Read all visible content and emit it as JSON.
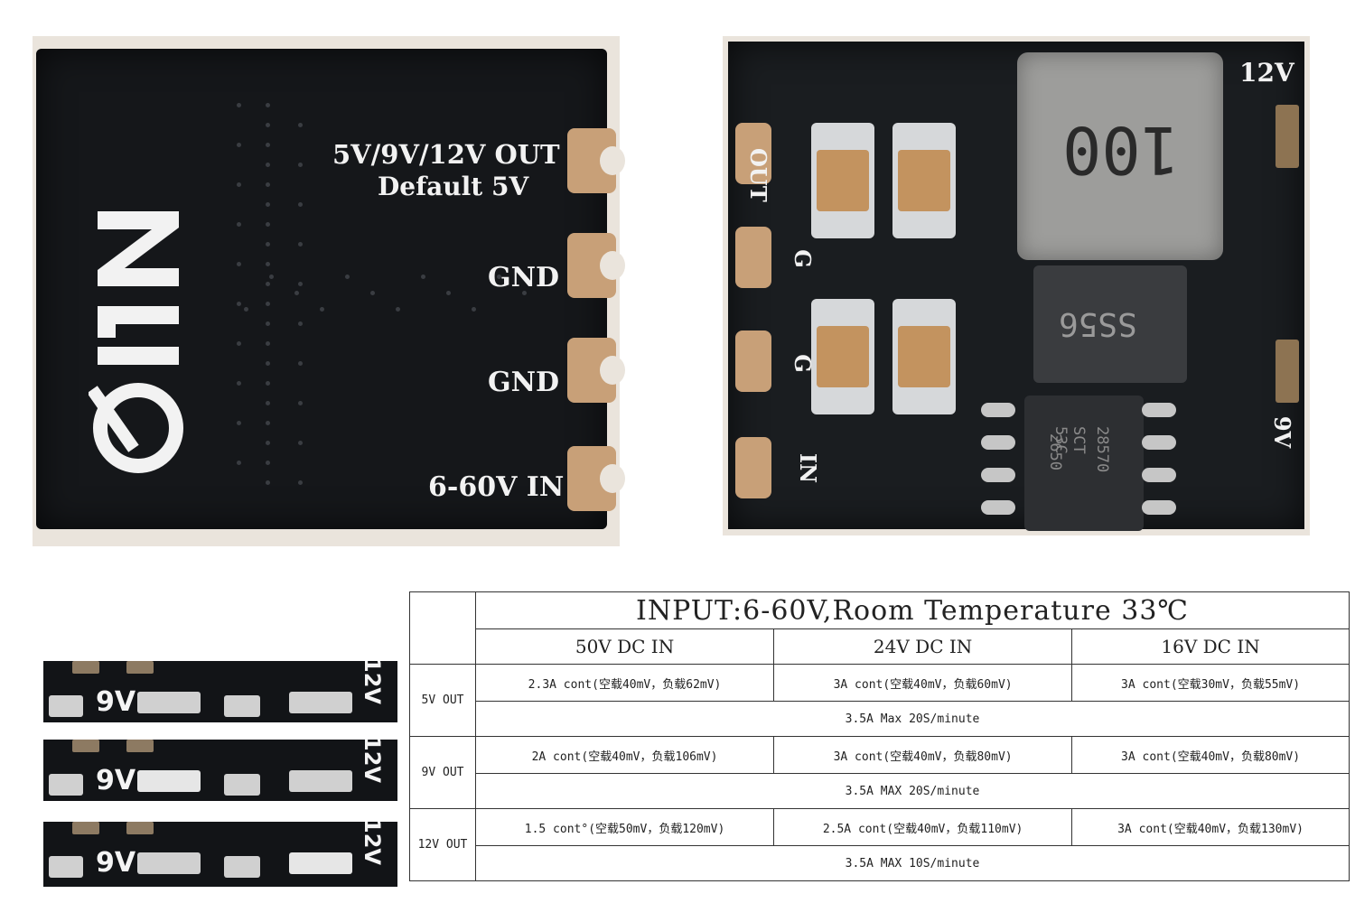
{
  "back_board": {
    "label_out": "5V/9V/12V OUT",
    "label_default": "Default 5V",
    "label_gnd_1": "GND",
    "label_gnd_2": "GND",
    "label_in": "6-60V IN"
  },
  "front_board": {
    "label_12v": "12V",
    "label_9v": "9V",
    "label_out": "OUT",
    "label_g1": "G",
    "label_g2": "G",
    "label_in": "IN",
    "inductor_marking": "100",
    "diode_marking": "SS56",
    "ic_marking_1": "2650",
    "ic_marking_2": "SCT 53C",
    "ic_marking_3": "28570"
  },
  "strips": [
    {
      "label_9v": "9V",
      "label_12v": "12V"
    },
    {
      "label_9v": "9V",
      "label_12v": "12V"
    },
    {
      "label_9v": "9V",
      "label_12v": "12V"
    }
  ],
  "table": {
    "title": "INPUT:6-60V,Room Temperature 33℃",
    "headers": [
      "50V DC IN",
      "24V DC IN",
      "16V DC IN"
    ],
    "rows": [
      {
        "label": "5V OUT",
        "cells": [
          "2.3A cont(空载40mV，负载62mV)",
          "3A cont(空载40mV，负载60mV)",
          "3A cont(空载30mV，负载55mV)"
        ],
        "max": "3.5A Max 20S/minute"
      },
      {
        "label": "9V OUT",
        "cells": [
          "2A cont(空载40mV，负载106mV)",
          "3A cont(空载40mV，负载80mV)",
          "3A cont(空载40mV，负载80mV)"
        ],
        "max": "3.5A MAX 20S/minute"
      },
      {
        "label": "12V OUT",
        "cells": [
          "1.5 cont°(空载50mV，负载120mV)",
          "2.5A cont(空载40mV，负载110mV)",
          "3A cont(空载40mV，负载130mV)"
        ],
        "max": "3.5A MAX 10S/minute"
      }
    ]
  }
}
